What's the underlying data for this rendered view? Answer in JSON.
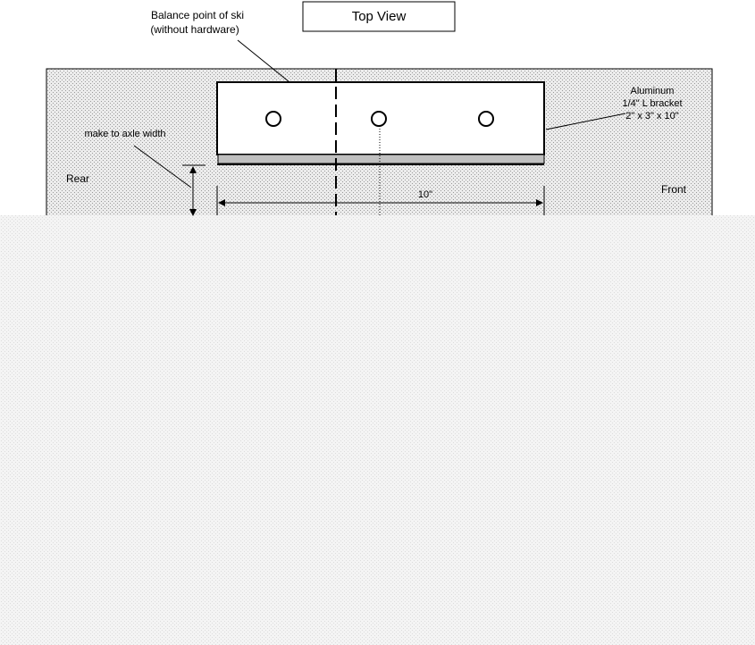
{
  "title": "Top View",
  "labels": {
    "balance_line1": "Balance point of ski",
    "balance_line2": "(without hardware)",
    "axle": "make to axle width",
    "rear": "Rear",
    "front": "Front",
    "dimension": "10\"",
    "bracket_line1": "Aluminum",
    "bracket_line2": "1/4\" L bracket",
    "bracket_line3": "2\" x 3\" x 10\""
  },
  "colors": {
    "ski_fill": "#ececec",
    "dot": "#9a9a9a",
    "lower_fill": "#f4f4f4",
    "lower_dot": "#dcdcdc",
    "bracket_flange": "#c0c0c0",
    "line": "#000000"
  }
}
